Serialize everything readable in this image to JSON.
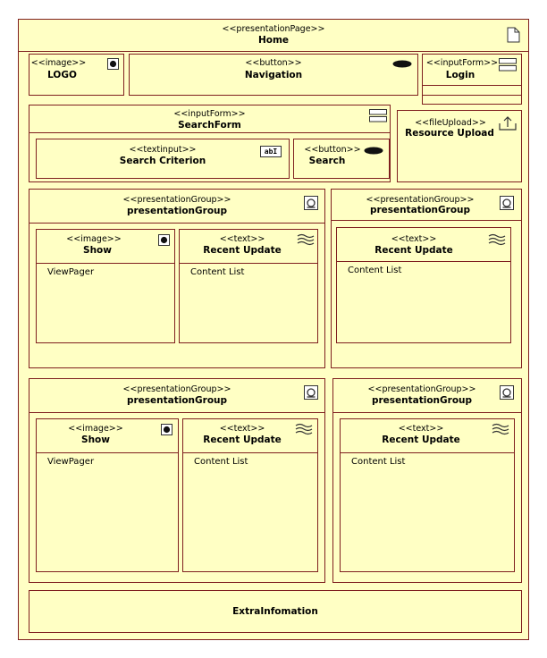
{
  "page": {
    "stereotype": "<<presentationPage>>",
    "name": "Home"
  },
  "logo": {
    "stereotype": "<<image>>",
    "name": "LOGO"
  },
  "navigation": {
    "stereotype": "<<button>>",
    "name": "Navigation"
  },
  "login": {
    "stereotype": "<<inputForm>>",
    "name": "Login"
  },
  "search_form": {
    "stereotype": "<<inputForm>>",
    "name": "SearchForm",
    "criterion": {
      "stereotype": "<<textinput>>",
      "name": "Search Criterion",
      "icon_text": "abI"
    },
    "search_button": {
      "stereotype": "<<button>>",
      "name": "Search"
    }
  },
  "resource_upload": {
    "stereotype": "<<fileUpload>>",
    "name": "Resource Upload"
  },
  "groups": [
    {
      "stereotype": "<<presentationGroup>>",
      "name": "presentationGroup",
      "image": {
        "stereotype": "<<image>>",
        "name": "Show",
        "content": "ViewPager"
      },
      "text": {
        "stereotype": "<<text>>",
        "name": "Recent Update",
        "content": "Content List"
      }
    },
    {
      "stereotype": "<<presentationGroup>>",
      "name": "presentationGroup",
      "text": {
        "stereotype": "<<text>>",
        "name": "Recent Update",
        "content": "Content List"
      }
    },
    {
      "stereotype": "<<presentationGroup>>",
      "name": "presentationGroup",
      "image": {
        "stereotype": "<<image>>",
        "name": "Show",
        "content": "ViewPager"
      },
      "text": {
        "stereotype": "<<text>>",
        "name": "Recent Update",
        "content": "Content List"
      }
    },
    {
      "stereotype": "<<presentationGroup>>",
      "name": "presentationGroup",
      "text": {
        "stereotype": "<<text>>",
        "name": "Recent Update",
        "content": "Content List"
      }
    }
  ],
  "extra": {
    "name": "ExtraInfomation"
  },
  "colors": {
    "fill": "#ffffc4",
    "border": "#7f1f1f"
  },
  "icons": {
    "page": "page-icon",
    "image": "image-icon",
    "button": "button-icon",
    "input_form": "input-form-icon",
    "text_input": "text-input-icon",
    "file_upload": "upload-icon",
    "group": "group-icon",
    "text": "text-wave-icon"
  }
}
